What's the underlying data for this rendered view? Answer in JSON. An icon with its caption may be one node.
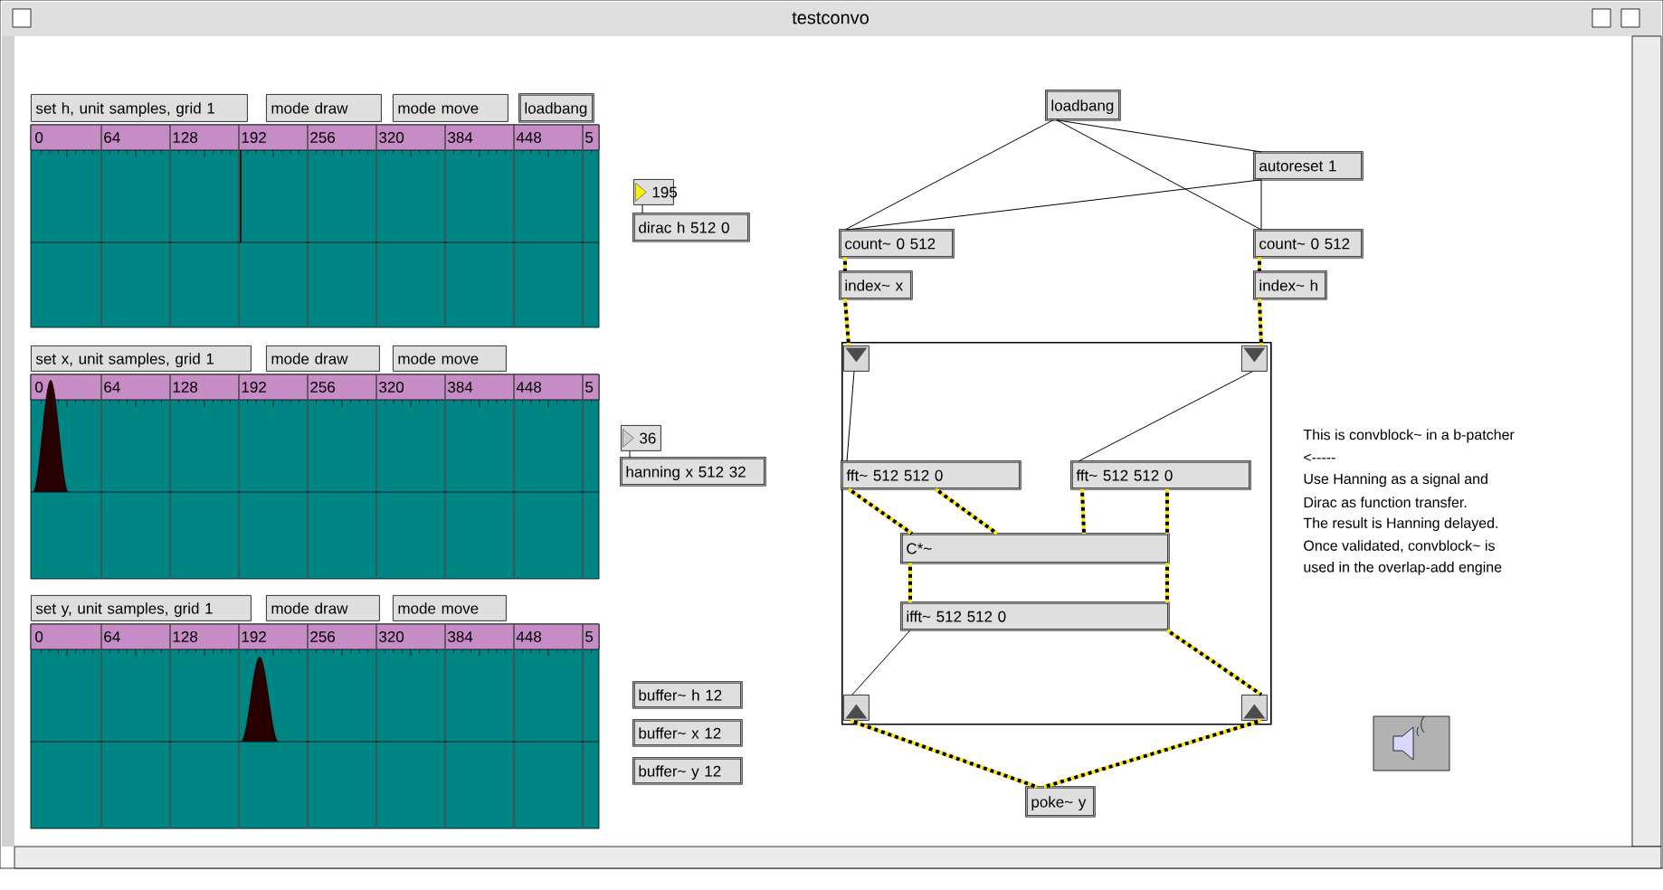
{
  "diagram": {
    "title": "testconvo",
    "nodes": [
      {
        "text": [
          "loadbang"
        ]
      },
      {
        "text": [
          "set h, unit samples, grid 1"
        ]
      },
      {
        "text": [
          "mode draw"
        ]
      },
      {
        "text": [
          "mode move"
        ]
      },
      {
        "text": [
          "195"
        ]
      },
      {
        "text": [
          "dirac h 512 0"
        ]
      },
      {
        "text": [
          "set x, unit samples, grid 1"
        ]
      },
      {
        "text": [
          "mode draw"
        ]
      },
      {
        "text": [
          "mode move"
        ]
      },
      {
        "text": [
          "36"
        ]
      },
      {
        "text": [
          "hanning x 512 32"
        ]
      },
      {
        "text": [
          "set y, unit samples, grid 1"
        ]
      },
      {
        "text": [
          "mode draw"
        ]
      },
      {
        "text": [
          "mode move"
        ]
      },
      {
        "text": [
          "buffer~ h 12"
        ]
      },
      {
        "text": [
          "buffer~ x 12"
        ]
      },
      {
        "text": [
          "buffer~ y 12"
        ]
      },
      {
        "text": [
          "loadbang"
        ]
      },
      {
        "text": [
          "autoreset 1"
        ]
      },
      {
        "text": [
          "count~ 0 512"
        ]
      },
      {
        "text": [
          "count~ 0 512"
        ]
      },
      {
        "text": [
          "index~ x"
        ]
      },
      {
        "text": [
          "index~ h"
        ]
      },
      {
        "text": [],
        "shape": "box"
      },
      {
        "text": [],
        "shape": "box",
        "in": 23
      },
      {
        "text": [],
        "shape": "box",
        "in": 23
      },
      {
        "text": [
          "fft~ 512 512 0"
        ],
        "in": 23
      },
      {
        "text": [
          "fft~ 512 512 0"
        ],
        "in": 23
      },
      {
        "text": [
          "C*~"
        ],
        "in": 23
      },
      {
        "text": [
          "ifft~ 512 512 0"
        ],
        "in": 23
      },
      {
        "text": [],
        "shape": "box",
        "in": 23
      },
      {
        "text": [],
        "shape": "box",
        "in": 23
      },
      {
        "text": [
          "poke~ y"
        ]
      }
    ],
    "edges": [
      {
        "from": 4,
        "to": 5,
        "arrow": "none",
        "color": "#000000"
      },
      {
        "from": 9,
        "to": 10,
        "arrow": "none",
        "color": "#000000"
      },
      {
        "from": 17,
        "to": 19,
        "arrow": "none",
        "color": "#000000"
      },
      {
        "from": 17,
        "to": 20,
        "arrow": "none",
        "color": "#000000"
      },
      {
        "from": 17,
        "to": 18,
        "arrow": "none",
        "color": "#000000"
      },
      {
        "from": 18,
        "to": 19,
        "arrow": "none",
        "color": "#000000"
      },
      {
        "from": 18,
        "to": 20,
        "arrow": "none",
        "color": "#000000"
      },
      {
        "from": 19,
        "to": 21,
        "arrow": "none",
        "style": "dashed",
        "color": "#ffe600"
      },
      {
        "from": 20,
        "to": 22,
        "arrow": "none",
        "style": "dashed",
        "color": "#ffe600"
      },
      {
        "from": 21,
        "to": 24,
        "arrow": "none",
        "style": "dashed",
        "color": "#ffe600"
      },
      {
        "from": 22,
        "to": 25,
        "arrow": "none",
        "style": "dashed",
        "color": "#ffe600"
      },
      {
        "from": 24,
        "to": 26,
        "arrow": "none",
        "color": "#000000"
      },
      {
        "from": 25,
        "to": 27,
        "arrow": "none",
        "color": "#000000"
      },
      {
        "from": 26,
        "to": 28,
        "arrow": "none",
        "style": "dashed",
        "color": "#ffe600"
      },
      {
        "from": 26,
        "to": 28,
        "arrow": "none",
        "style": "dashed",
        "color": "#ffe600"
      },
      {
        "from": 27,
        "to": 28,
        "arrow": "none",
        "style": "dashed",
        "color": "#ffe600"
      },
      {
        "from": 27,
        "to": 28,
        "arrow": "none",
        "style": "dashed",
        "color": "#ffe600"
      },
      {
        "from": 28,
        "to": 29,
        "arrow": "none",
        "style": "dashed",
        "color": "#ffe600"
      },
      {
        "from": 28,
        "to": 29,
        "arrow": "none",
        "style": "dashed",
        "color": "#ffe600"
      },
      {
        "from": 29,
        "to": 30,
        "arrow": "none",
        "color": "#000000"
      },
      {
        "from": 29,
        "to": 31,
        "arrow": "none",
        "style": "dashed",
        "color": "#ffe600"
      },
      {
        "from": 30,
        "to": 32,
        "arrow": "none",
        "style": "dashed",
        "color": "#ffe600"
      },
      {
        "from": 31,
        "to": 32,
        "arrow": "none",
        "style": "dashed",
        "color": "#ffe600"
      }
    ],
    "labels": [
      "0",
      "64",
      "128",
      "192",
      "256",
      "320",
      "384",
      "448",
      "5",
      "0",
      "64",
      "128",
      "192",
      "256",
      "320",
      "384",
      "448",
      "5",
      "0",
      "64",
      "128",
      "192",
      "256",
      "320",
      "384",
      "448",
      "5",
      "This is convblock~ in a b-patcher",
      "<-----",
      "Use Hanning as a signal and",
      "Dirac as function transfer.",
      "The result is Hanning delayed.",
      "Once validated, convblock~ is",
      "used in the overlap-add engine"
    ]
  }
}
